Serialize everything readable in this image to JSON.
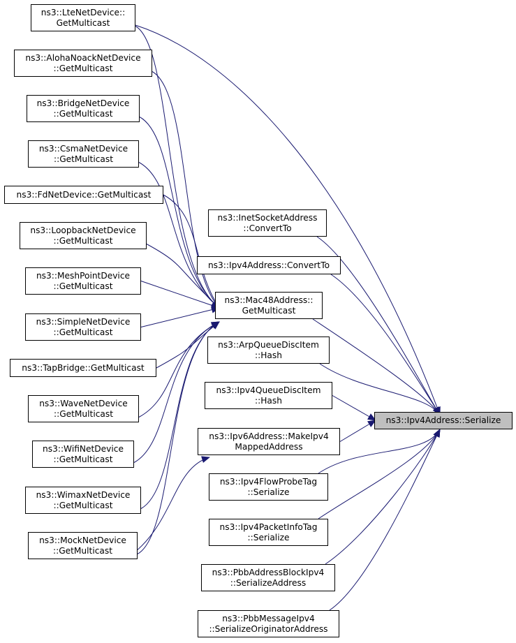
{
  "colors": {
    "edge": "#191970",
    "focus_fill": "#bfbfbf",
    "node_border": "#000000"
  },
  "nodes": [
    {
      "id": "lte",
      "lines": [
        "ns3::LteNetDevice::",
        "GetMulticast"
      ]
    },
    {
      "id": "aloha",
      "lines": [
        "ns3::AlohaNoackNetDevice",
        "::GetMulticast"
      ]
    },
    {
      "id": "bridge",
      "lines": [
        "ns3::BridgeNetDevice",
        "::GetMulticast"
      ]
    },
    {
      "id": "csma",
      "lines": [
        "ns3::CsmaNetDevice",
        "::GetMulticast"
      ]
    },
    {
      "id": "fd",
      "lines": [
        "ns3::FdNetDevice::GetMulticast"
      ]
    },
    {
      "id": "loopback",
      "lines": [
        "ns3::LoopbackNetDevice",
        "::GetMulticast"
      ]
    },
    {
      "id": "meshpoint",
      "lines": [
        "ns3::MeshPointDevice",
        "::GetMulticast"
      ]
    },
    {
      "id": "simple",
      "lines": [
        "ns3::SimpleNetDevice",
        "::GetMulticast"
      ]
    },
    {
      "id": "tapbridge",
      "lines": [
        "ns3::TapBridge::GetMulticast"
      ]
    },
    {
      "id": "wave",
      "lines": [
        "ns3::WaveNetDevice",
        "::GetMulticast"
      ]
    },
    {
      "id": "wifi",
      "lines": [
        "ns3::WifiNetDevice",
        "::GetMulticast"
      ]
    },
    {
      "id": "wimax",
      "lines": [
        "ns3::WimaxNetDevice",
        "::GetMulticast"
      ]
    },
    {
      "id": "mock",
      "lines": [
        "ns3::MockNetDevice",
        "::GetMulticast"
      ]
    },
    {
      "id": "inetsock",
      "lines": [
        "ns3::InetSocketAddress",
        "::ConvertTo"
      ]
    },
    {
      "id": "ipv4conv",
      "lines": [
        "ns3::Ipv4Address::ConvertTo"
      ]
    },
    {
      "id": "mac48",
      "lines": [
        "ns3::Mac48Address::",
        "GetMulticast"
      ]
    },
    {
      "id": "arpq",
      "lines": [
        "ns3::ArpQueueDiscItem",
        "::Hash"
      ]
    },
    {
      "id": "ipv4q",
      "lines": [
        "ns3::Ipv4QueueDiscItem",
        "::Hash"
      ]
    },
    {
      "id": "ipv6map",
      "lines": [
        "ns3::Ipv6Address::MakeIpv4",
        "MappedAddress"
      ]
    },
    {
      "id": "flowtag",
      "lines": [
        "ns3::Ipv4FlowProbeTag",
        "::Serialize"
      ]
    },
    {
      "id": "pktinfo",
      "lines": [
        "ns3::Ipv4PacketInfoTag",
        "::Serialize"
      ]
    },
    {
      "id": "pbbblock",
      "lines": [
        "ns3::PbbAddressBlockIpv4",
        "::SerializeAddress"
      ]
    },
    {
      "id": "pbbmsg",
      "lines": [
        "ns3::PbbMessageIpv4",
        "::SerializeOriginatorAddress"
      ]
    },
    {
      "id": "serialize",
      "lines": [
        "ns3::Ipv4Address::Serialize"
      ],
      "focus": true
    }
  ],
  "edges": [
    [
      "lte",
      "mac48"
    ],
    [
      "aloha",
      "mac48"
    ],
    [
      "bridge",
      "mac48"
    ],
    [
      "csma",
      "mac48"
    ],
    [
      "fd",
      "mac48"
    ],
    [
      "loopback",
      "mac48"
    ],
    [
      "meshpoint",
      "mac48"
    ],
    [
      "simple",
      "mac48"
    ],
    [
      "tapbridge",
      "mac48"
    ],
    [
      "wave",
      "mac48"
    ],
    [
      "wifi",
      "mac48"
    ],
    [
      "wimax",
      "mac48"
    ],
    [
      "mock",
      "mac48"
    ],
    [
      "mock",
      "ipv6map"
    ],
    [
      "lte",
      "serialize"
    ],
    [
      "inetsock",
      "serialize"
    ],
    [
      "ipv4conv",
      "serialize"
    ],
    [
      "mac48",
      "serialize"
    ],
    [
      "arpq",
      "serialize"
    ],
    [
      "ipv4q",
      "serialize"
    ],
    [
      "ipv6map",
      "serialize"
    ],
    [
      "flowtag",
      "serialize"
    ],
    [
      "pktinfo",
      "serialize"
    ],
    [
      "pbbblock",
      "serialize"
    ],
    [
      "pbbmsg",
      "serialize"
    ]
  ]
}
